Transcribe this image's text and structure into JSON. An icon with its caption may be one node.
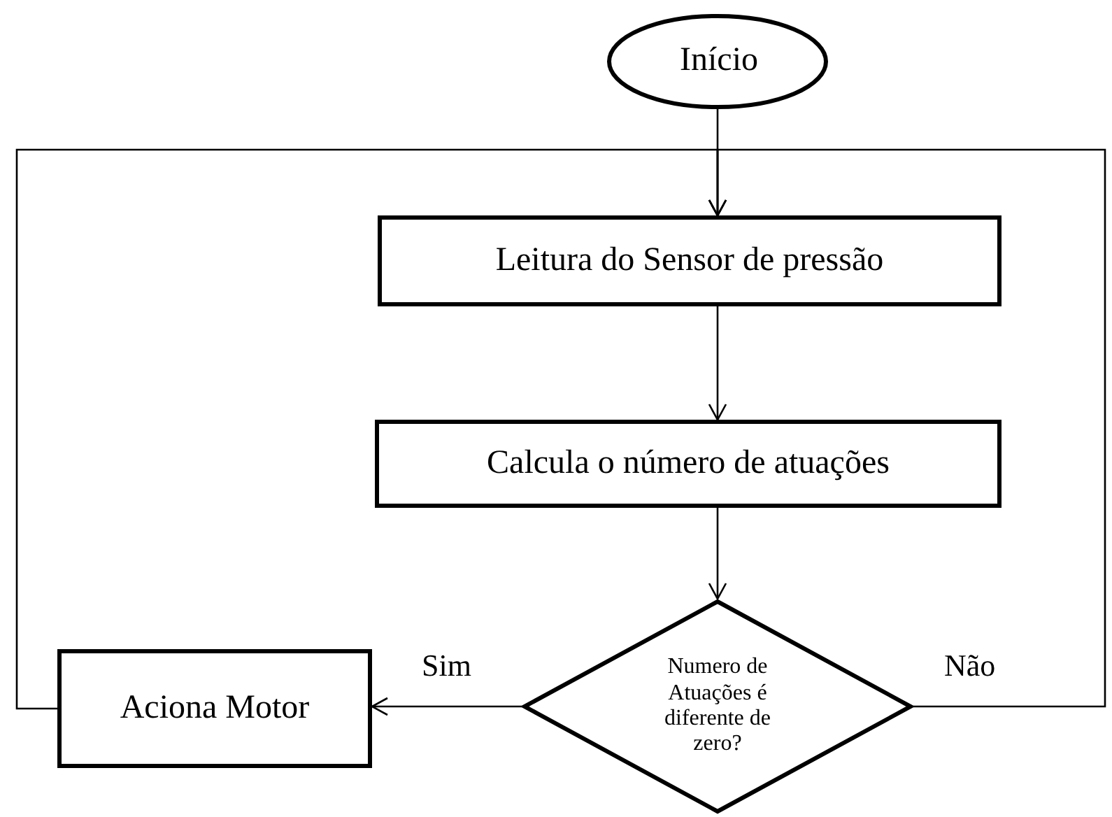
{
  "diagram": {
    "nodes": [
      {
        "text": [
          "Início"
        ]
      },
      {
        "text": [
          "Leitura do Sensor de pressão"
        ]
      },
      {
        "text": [
          "Calcula o número de atuações"
        ]
      },
      {
        "text": [
          "Numero de Atuações é diferente de zero?"
        ]
      },
      {
        "text": [
          "Aciona Motor"
        ]
      }
    ],
    "edges": [
      {
        "from": 0,
        "to": 1,
        "arrow": "to"
      },
      {
        "from": 1,
        "to": 2,
        "arrow": "to"
      },
      {
        "from": 2,
        "to": 3,
        "arrow": "to"
      },
      {
        "from": 3,
        "to": 4,
        "arrow": "to",
        "label": "Sim"
      },
      {
        "from": 4,
        "to": 1,
        "arrow": "to"
      },
      {
        "from": 3,
        "to": 1,
        "arrow": "to",
        "label": "Não"
      }
    ]
  }
}
